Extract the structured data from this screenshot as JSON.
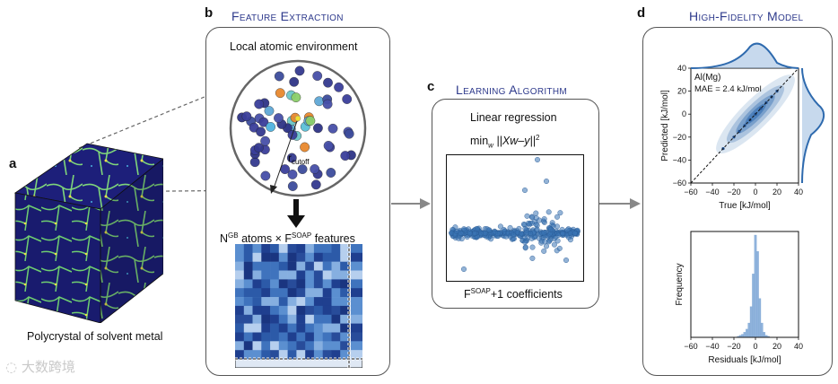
{
  "panels": {
    "a": {
      "letter": "a",
      "caption": "Polycrystal of solvent metal"
    },
    "b": {
      "letter": "b",
      "title": "Feature Extraction",
      "env_label": "Local atomic environment",
      "rcut_main": "r",
      "rcut_sub": "cutoff",
      "matrix_label": {
        "n": "N",
        "n_sup": "GB",
        "mid": " atoms × F",
        "f_sup": "SOAP",
        "end": " features"
      }
    },
    "c": {
      "letter": "c",
      "title": "Learning Algorithm",
      "method": "Linear regression",
      "formula": {
        "min": "min",
        "sub": "w",
        "body": " ||Xw–y||",
        "sup": "2"
      },
      "coeff_label": {
        "f": "F",
        "sup": "SOAP",
        "rest": "+1 coefficients"
      }
    },
    "d": {
      "letter": "d",
      "title": "High-Fidelity Model",
      "parity": {
        "system": "Al(Mg)",
        "mae": "MAE = 2.4 kJ/mol",
        "xlabel": "True [kJ/mol]",
        "ylabel": "Predicted [kJ/mol]",
        "xticks": [
          "−60",
          "−40",
          "−20",
          "0",
          "20",
          "40"
        ],
        "yticks": [
          "40",
          "20",
          "0",
          "−20",
          "−40",
          "−60"
        ]
      },
      "histogram": {
        "xlabel": "Residuals [kJ/mol]",
        "ylabel": "Frequency",
        "xticks": [
          "−60",
          "−40",
          "−20",
          "0",
          "20",
          "40"
        ]
      }
    }
  },
  "watermark": "大数跨境",
  "colors": {
    "title": "#2e3a8c",
    "scatter": "#3a74b4",
    "hist": "#8fb3dc",
    "border": "#555555"
  },
  "chart_data": [
    {
      "type": "scatter",
      "title": "Al(Mg)",
      "annotation": "MAE = 2.4 kJ/mol",
      "xlabel": "True [kJ/mol]",
      "ylabel": "Predicted [kJ/mol]",
      "xlim": [
        -60,
        40
      ],
      "ylim": [
        -60,
        40
      ],
      "reference_line": "y = x",
      "marginal_densities": "top and right",
      "x": [
        -30,
        -20,
        -15,
        -10,
        -5,
        0,
        5,
        10,
        15,
        20
      ],
      "y": [
        -30,
        -20,
        -15,
        -10,
        -5,
        0,
        5,
        10,
        15,
        20
      ]
    },
    {
      "type": "bar",
      "xlabel": "Residuals [kJ/mol]",
      "ylabel": "Frequency",
      "xlim": [
        -60,
        40
      ],
      "categories": [
        -16,
        -14,
        -12,
        -10,
        -8,
        -6,
        -4,
        -2,
        0,
        2,
        4,
        6,
        8,
        10,
        12
      ],
      "values": [
        0.01,
        0.02,
        0.03,
        0.05,
        0.08,
        0.14,
        0.3,
        0.62,
        1.0,
        0.84,
        0.38,
        0.14,
        0.05,
        0.02,
        0.01
      ]
    }
  ]
}
